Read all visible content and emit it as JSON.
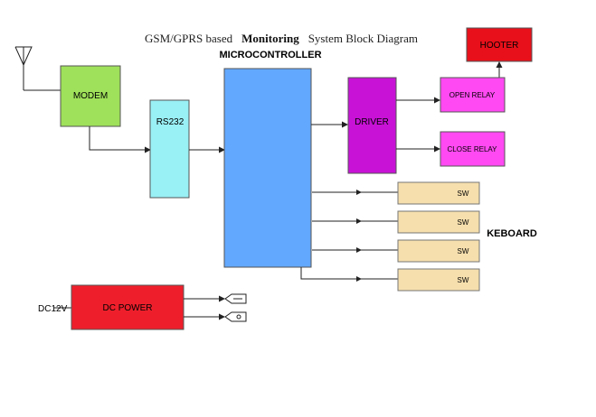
{
  "title": {
    "part1": "GSM/GPRS based",
    "part2": "Monitoring",
    "part3": "System Block Diagram"
  },
  "labels": {
    "microcontroller_heading": "MICROCONTROLLER",
    "keyboard_heading": "KEBOARD"
  },
  "blocks": {
    "modem": "MODEM",
    "rs232": "RS232",
    "driver": "DRIVER",
    "hooter": "HOOTER",
    "open_relay": "OPEN RELAY",
    "close_relay": "CLOSE RELAY",
    "dc_power": "DC  POWER",
    "dc_input": "DC12V"
  },
  "switches": [
    "SW",
    "SW",
    "SW",
    "SW"
  ],
  "icons": {
    "antenna": "antenna-icon",
    "positive_terminal": "positive-terminal-icon",
    "negative_terminal": "negative-terminal-icon"
  },
  "colors": {
    "modem": "#9fe15a",
    "rs232": "#99f0f5",
    "microcontroller": "#63a8ff",
    "driver": "#c812d6",
    "relay": "#ff49f2",
    "hooter": "#e8101a",
    "switch": "#f6dfad",
    "dc_power": "#ee1f2b"
  }
}
